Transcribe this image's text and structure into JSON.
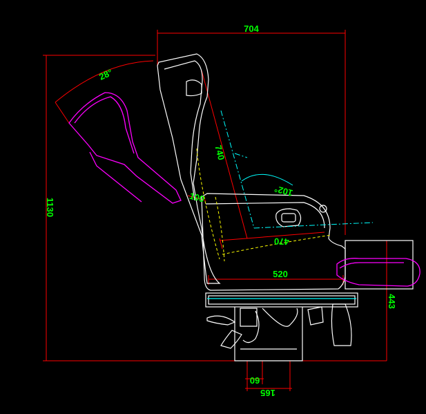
{
  "drawing": {
    "dimensions": {
      "overall_width": "704",
      "overall_height": "1130",
      "backrest_length": "740",
      "recline_angle": "28°",
      "seat_back_angle": "102°",
      "small_dim": "100",
      "seat_depth": "470",
      "seat_width_line": "520",
      "armrest_height": "443",
      "base_small": "60",
      "base_width": "165"
    },
    "colors": {
      "background": "#000000",
      "outline": "#ffffff",
      "dimension_line": "#ff0000",
      "dimension_text": "#00ff00",
      "magenta": "#ff00ff",
      "cyan": "#00ffff",
      "yellow": "#ffff00"
    }
  }
}
